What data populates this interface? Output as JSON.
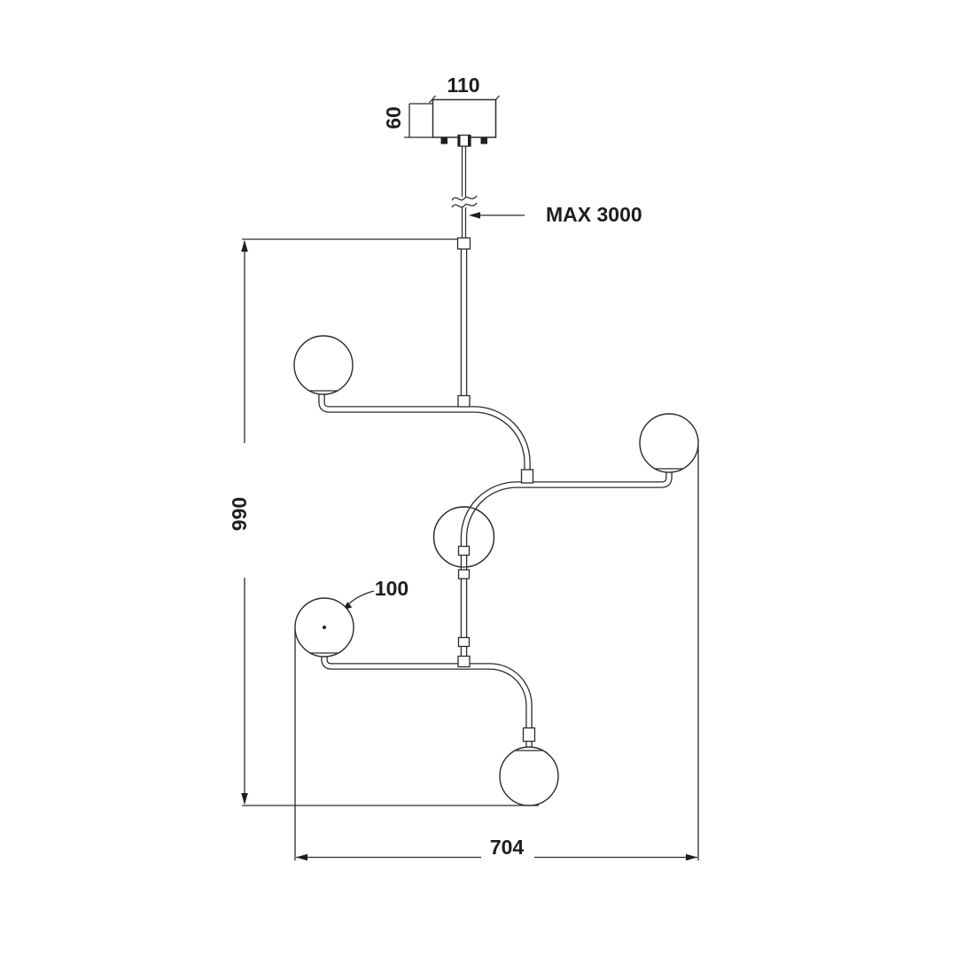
{
  "labels": {
    "canopy_width": "110",
    "canopy_height": "60",
    "max_drop": "MAX 3000",
    "fixture_height": "990",
    "globe_diameter": "100",
    "fixture_width": "704"
  },
  "colors": {
    "line": "#2b2b2b",
    "text": "#1e1e1e",
    "background": "#ffffff"
  }
}
